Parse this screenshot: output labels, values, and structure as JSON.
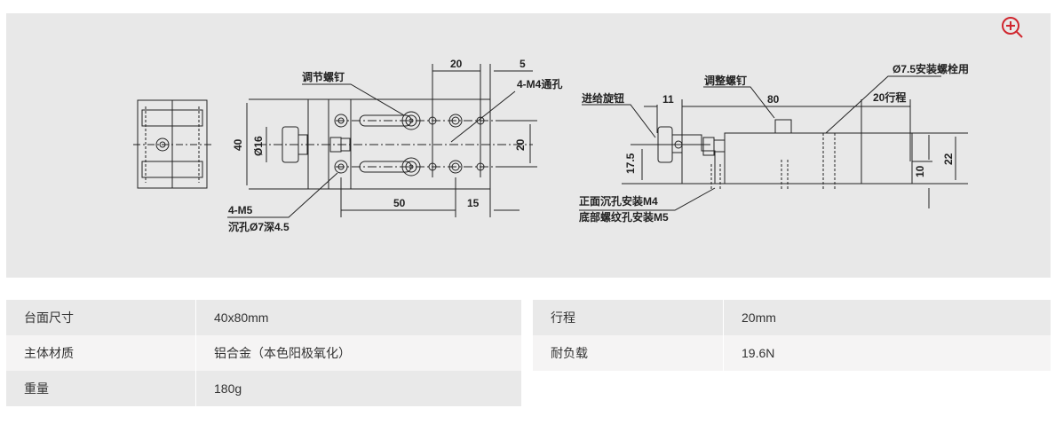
{
  "drawing": {
    "top_view": {
      "adjust_screw": "调节螺钉",
      "dim_20_top": "20",
      "dim_5": "5",
      "through_hole": "4-M4通孔",
      "dim_40": "40",
      "dim_d16": "Ø16",
      "dim_20_right": "20",
      "dim_50": "50",
      "dim_15": "15",
      "m5": "4-M5",
      "counterbore": "沉孔Ø7深4.5"
    },
    "side_view": {
      "feed_knob": "进给旋钮",
      "dim_11": "11",
      "adjust_screw": "调整螺钉",
      "dim_80": "80",
      "bolt_hole": "Ø7.5安装螺栓用",
      "travel": "20行程",
      "dim_17_5": "17.5",
      "dim_22": "22",
      "dim_10": "10",
      "front_mount": "正面沉孔安装M4",
      "bottom_mount": "底部螺纹孔安装M5"
    },
    "zoom_icon": "zoom-in-icon",
    "accent": "#d0262e"
  },
  "specs_left": [
    {
      "key": "台面尺寸",
      "value": "40x80mm"
    },
    {
      "key": "主体材质",
      "value": "铝合金（本色阳极氧化）"
    },
    {
      "key": "重量",
      "value": "180g"
    }
  ],
  "specs_right": [
    {
      "key": "行程",
      "value": "20mm"
    },
    {
      "key": "耐负载",
      "value": "19.6N"
    }
  ]
}
